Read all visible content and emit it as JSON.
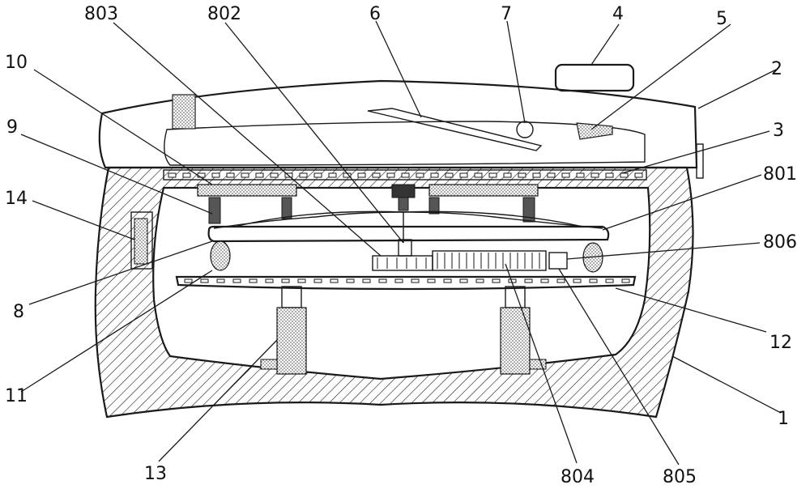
{
  "labels": [
    {
      "key": "l803",
      "text": "803"
    },
    {
      "key": "l802",
      "text": "802"
    },
    {
      "key": "l6",
      "text": "6"
    },
    {
      "key": "l7",
      "text": "7"
    },
    {
      "key": "l4",
      "text": "4"
    },
    {
      "key": "l5",
      "text": "5"
    },
    {
      "key": "l2",
      "text": "2"
    },
    {
      "key": "l10",
      "text": "10"
    },
    {
      "key": "l3",
      "text": "3"
    },
    {
      "key": "l9",
      "text": "9"
    },
    {
      "key": "l801",
      "text": "801"
    },
    {
      "key": "l14",
      "text": "14"
    },
    {
      "key": "l806",
      "text": "806"
    },
    {
      "key": "l8",
      "text": "8"
    },
    {
      "key": "l12",
      "text": "12"
    },
    {
      "key": "l11",
      "text": "11"
    },
    {
      "key": "l1",
      "text": "1"
    },
    {
      "key": "l13",
      "text": "13"
    },
    {
      "key": "l804",
      "text": "804"
    },
    {
      "key": "l805",
      "text": "805"
    }
  ],
  "colors": {
    "line": "#1a1a1a",
    "background": "#ffffff"
  }
}
